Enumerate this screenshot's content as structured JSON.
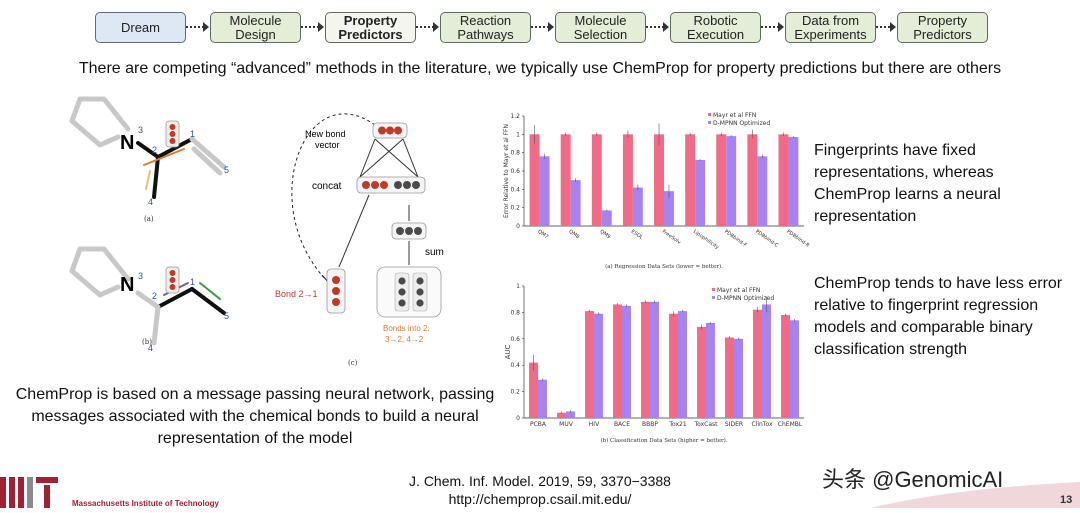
{
  "workflow": {
    "steps": [
      {
        "label": "Dream"
      },
      {
        "label": "Molecule Design"
      },
      {
        "label": "Property Predictors"
      },
      {
        "label": "Reaction Pathways"
      },
      {
        "label": "Molecule Selection"
      },
      {
        "label": "Robotic Execution"
      },
      {
        "label": "Data from Experiments"
      },
      {
        "label": "Property Predictors"
      }
    ]
  },
  "slide": {
    "subtitle": "There are competing “advanced” methods in the literature, we typically use ChemProp for property predictions but there are others",
    "left_caption": "ChemProp is based on a message passing neural network, passing messages associated with the chemical bonds to build a neural representation of the model",
    "right_text_1": "Fingerprints have fixed representations, whereas ChemProp learns a neural representation",
    "right_text_2": "ChemProp tends to have less error relative to fingerprint regression models and comparable binary classification strength",
    "reference_1": "J. Chem. Inf. Model. 2019, 59, 3370−3388",
    "reference_2": "http://chemprop.csail.mit.edu/",
    "watermark": "头条 @GenomicAI",
    "page_number": "13",
    "logo_text": "Massachusetts Institute of Technology"
  },
  "molecule": {
    "labels": {
      "n": "N",
      "n_num": "3",
      "c2": "2",
      "c1": "1",
      "c4": "4",
      "c5": "5"
    },
    "caption_a": "(a)",
    "caption_b": "(b)"
  },
  "mpnn": {
    "new_bond": "New bond",
    "vector": "vector",
    "concat": "concat",
    "sum": "sum",
    "bond21": "Bond 2→1",
    "bonds_into_1": "Bonds into 2:",
    "bonds_into_2": "3→2, 4→2",
    "caption_c": "(c)"
  },
  "colors": {
    "pink": "#f26b86",
    "purple": "#a584f2",
    "red_dot": "#c0392b",
    "grey_dot": "#4a4a4a",
    "orange": "#e07b2a",
    "green": "#3a9c3a",
    "blue_num": "#2a4fb0"
  },
  "chart_data": [
    {
      "type": "bar",
      "ylabel": "Error Relative to Mayr et al FFN",
      "ylim": [
        0,
        1.2
      ],
      "yticks": [
        "0",
        "0.2",
        "0.4",
        "0.6",
        "0.8",
        "1",
        "1.2"
      ],
      "caption": "(a) Regression Data Sets (lower = better).",
      "legend_position": "top-right",
      "categories": [
        "QM7",
        "QM8",
        "QM9",
        "ESOL",
        "FreeSolv",
        "Lipophilicity",
        "PDBbind-F",
        "PDBbind-C",
        "PDBbind-R"
      ],
      "series": [
        {
          "name": "Mayr et al FFN",
          "color": "#f26b86",
          "values": [
            1,
            1,
            1,
            1,
            1,
            1,
            1,
            1,
            1
          ],
          "err": [
            0.1,
            0.02,
            0.02,
            0.04,
            0.12,
            0.02,
            0.02,
            0.05,
            0.02
          ]
        },
        {
          "name": "D-MPNN Optimized",
          "color": "#a584f2",
          "values": [
            0.76,
            0.5,
            0.17,
            0.42,
            0.38,
            0.72,
            0.98,
            0.76,
            0.97
          ],
          "err": [
            0.03,
            0.02,
            0.01,
            0.03,
            0.07,
            0.01,
            0.01,
            0.02,
            0.01
          ]
        }
      ]
    },
    {
      "type": "bar",
      "ylabel": "AUC",
      "ylim": [
        0,
        1
      ],
      "yticks": [
        "0",
        "0.2",
        "0.4",
        "0.6",
        "0.8",
        "1"
      ],
      "caption": "(b) Classification Data Sets (higher = better).",
      "legend_position": "top-right",
      "categories": [
        "PCBA",
        "MUV",
        "HIV",
        "BACE",
        "BBBP",
        "Tox21",
        "ToxCast",
        "SIDER",
        "ClinTox",
        "ChEMBL"
      ],
      "series": [
        {
          "name": "Mayr et al FFN",
          "color": "#f26b86",
          "values": [
            0.42,
            0.04,
            0.81,
            0.86,
            0.88,
            0.79,
            0.69,
            0.61,
            0.82,
            0.78
          ],
          "err": [
            0.06,
            0.01,
            0.01,
            0.01,
            0.01,
            0.02,
            0.02,
            0.01,
            0.02,
            0.01
          ]
        },
        {
          "name": "D-MPNN Optimized",
          "color": "#a584f2",
          "values": [
            0.29,
            0.05,
            0.79,
            0.85,
            0.88,
            0.81,
            0.72,
            0.6,
            0.86,
            0.74
          ],
          "err": [
            0.01,
            0.01,
            0.01,
            0.01,
            0.01,
            0.01,
            0.01,
            0.01,
            0.06,
            0.01
          ]
        }
      ]
    }
  ]
}
